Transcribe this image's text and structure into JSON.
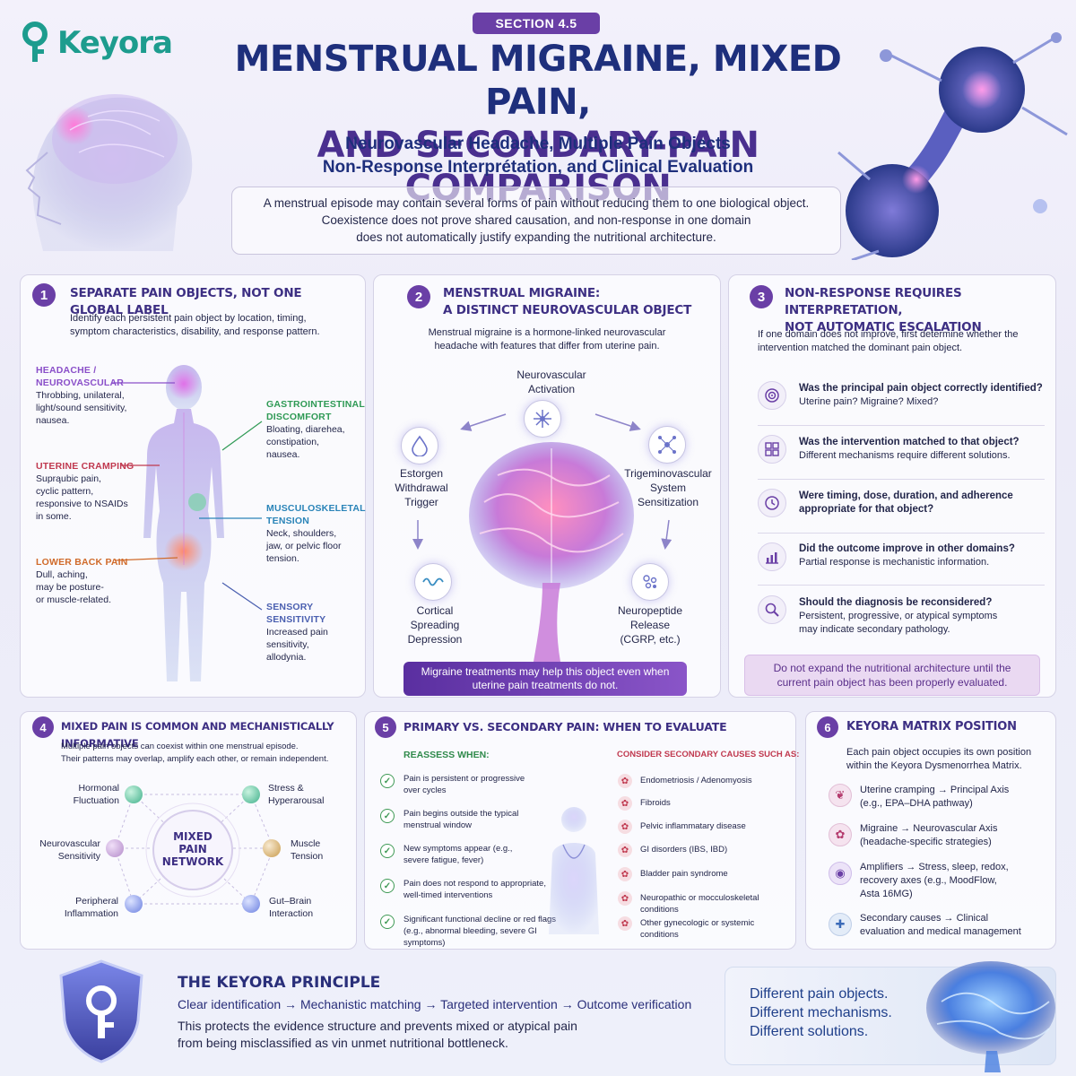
{
  "brand": {
    "logo_text": "Keyora"
  },
  "header": {
    "section": "SECTION 4.5",
    "title_line1": "MENSTRUAL MIGRAINE, MIXED PAIN,",
    "title_line2": "AND SECONDARY-PAIN COMPARISON",
    "subtitle_line1": "Neurovascular Headache, Multiple Pain Objects",
    "subtitle_line2": "Non-Response Interprétation, and Clinical Evaluation",
    "intro_line1": "A menstrual episode may contain several forms of pain without reducing them to one biological object.",
    "intro_line2": "Coexistence does not prove shared causation, and non-response in one domain",
    "intro_line3": "does not automatically justify expanding the nutritional architecture."
  },
  "panel1": {
    "number": "1",
    "title": "SEPARATE PAIN OBJECTS, NOT ONE GLOBAL LABEL",
    "desc_line1": "Identify each persistent pain object by location, timing,",
    "desc_line2": "symptom characteristics, disability, and response pattern.",
    "left_labels": [
      {
        "title": "HEADACHE /\nNEUROVASCULAR",
        "desc": "Throbbing, unilateral,\nlight/sound sensitivity,\nnausea.",
        "color": "#8a4fc9"
      },
      {
        "title": "UTERINE CRAMPING",
        "desc": "Suprąubic pain,\ncyclic pattern,\nresponsive to NSAIDs\nin some.",
        "color": "#c0394f"
      },
      {
        "title": "LOWER BACK PAIN",
        "desc": "Dull, aching,\nmay be posture-\nor muscle-related.",
        "color": "#d06a2a"
      }
    ],
    "right_labels": [
      {
        "title": "GASTROINTESTINAL\nDISCOMFORT",
        "desc": "Bloating, diarehea,\nconstipation,\nnausea.",
        "color": "#2f9a55"
      },
      {
        "title": "MUSCULOSKELETAL\nTENSION",
        "desc": "Neck, shoulders,\njaw, or pelvic floor\ntension.",
        "color": "#2a84b8"
      },
      {
        "title": "SENSORY\nSENSITIVITY",
        "desc": "Increased pain\nsensitivity,\nallodynia.",
        "color": "#4a5fb0"
      }
    ]
  },
  "panel2": {
    "number": "2",
    "title_line1": "MENSTRUAL MIGRAINE:",
    "title_line2": "A DISTINCT NEUROVASCULAR OBJECT",
    "desc_line1": "Menstrual migraine is a hormone-linked neurovascular",
    "desc_line2": "headache with features that differ from uterine pain.",
    "nodes": {
      "top": "Neurovascular\nActivation",
      "left": "Estorgen\nWithdrawal\nTrigger",
      "right": "Trigeminovascular\nSystem\nSensitization",
      "bottom_left": "Cortical\nSpreading\nDepression",
      "bottom_right": "Neuropeptide\nRelease\n(CGRP, etc.)"
    },
    "banner": "Migraine treatments may help this object even when uterine pain treatments do not."
  },
  "panel3": {
    "number": "3",
    "title_line1": "NON-RESPONSE REQUIRES INTERPRETATION,",
    "title_line2": "NOT AUTOMATIC ESCALATION",
    "desc_line1": "If one domain does not improve, first determine whether the",
    "desc_line2": "intervention matched the dominant pain object.",
    "questions": [
      {
        "icon": "target-icon",
        "q": "Was the principal pain object correctly identified?",
        "a": "Uterine pain? Migraine? Mixed?"
      },
      {
        "icon": "puzzle-icon",
        "q": "Was the intervention matched to that object?",
        "a": "Different mechanisms require different solutions."
      },
      {
        "icon": "clock-icon",
        "q": "Were timing, dose, duration, and adherence",
        "a": "appropriate for that object?"
      },
      {
        "icon": "chart-icon",
        "q": "Did the outcome improve in other domains?",
        "a": "Partial response is mechanistic information."
      },
      {
        "icon": "magnifier-icon",
        "q": "Should the diagnosis be reconsidered?",
        "a": "Persistent, progressive, or atypical symptoms\nmay indicate secondary pathology."
      }
    ],
    "banner": "Do not expand the nutritional architecture until the current pain object has been properly evaluated."
  },
  "panel4": {
    "number": "4",
    "title": "MIXED PAIN IS COMMON AND MECHANISTICALLY INFORMATIVE",
    "desc_line1": "Multiple pain objects can coexist within one menstrual episode.",
    "desc_line2": "Their patterns may overlap, amplify each other, or remain independent.",
    "center": "MIXED\nPAIN\nNETWORK",
    "nodes": [
      {
        "label": "Hormonal\nFluctuation",
        "color": "#3fb08a"
      },
      {
        "label": "Stress &\nHyperarousal",
        "color": "#3fb08a"
      },
      {
        "label": "Neurovascular\nSensitivity",
        "color": "#b38ac9"
      },
      {
        "label": "Muscle\nTension",
        "color": "#c89a4a"
      },
      {
        "label": "Peripheral\nInflammation",
        "color": "#6a7fe0"
      },
      {
        "label": "Gut–Brain\nInteraction",
        "color": "#6a7fe0"
      }
    ]
  },
  "panel5": {
    "number": "5",
    "title": "PRIMARY VS. SECONDARY PAIN: WHEN TO EVALUATE",
    "left_heading": "REASSESS WHEN:",
    "right_heading": "CONSIDER SECONDARY CAUSES SUCH AS:",
    "reassess": [
      "Pain is persistent or progressive\nover cycles",
      "Pain begins outside the typical\nmenstrual window",
      "New symptoms appear (e.g.,\nsevere fatigue, fever)",
      "Pain does not respond to appropriate,\nwell-timed interventions",
      "Significant functional decline or red flags\n(e.g., abnormal bleeding, severe GI symptoms)"
    ],
    "causes": [
      "Endometriosis / Adenomyosis",
      "Fibroids",
      "Pelvic inflammatary disease",
      "GI disorders (IBS, IBD)",
      "Bladder pain syndrome",
      "Neuropathic or mocculoskeletal conditions",
      "Other gynecologic or systemic conditions"
    ]
  },
  "panel6": {
    "number": "6",
    "title": "KEYORA MATRIX POSITION",
    "desc_line1": "Each pain object occupies its own position",
    "desc_line2": "within the Keyora Dysmenorrhea Matrix.",
    "items": [
      "Uterine cramping → Principal Axis\n(e.g., EPA–DHA pathway)",
      "Migraine → Neurovascular Axis\n(headache-specific strategies)",
      "Amplifiers → Stress, sleep, redox,\nrecovery axes (e.g., MoodFlow,\nAsta 16MG)",
      "Secondary causes → Clinical\nevaluation and medical management"
    ]
  },
  "principle": {
    "title": "THE KEYORA PRINCIPLE",
    "flow": "Clear identification → Mechanistic matching → Targeted intervention → Outcome verification",
    "text_line1": "This protects the evidence structure and prevents mixed or atypical pain",
    "text_line2": "from being misclassified as vin unmet nutritional bottleneck.",
    "diff1": "Different pain objects.",
    "diff2": "Different mechanisms.",
    "diff3": "Different solutions."
  },
  "colors": {
    "accent": "#6a3fa6",
    "title": "#1e2f7c",
    "brand": "#1d9c8e"
  }
}
